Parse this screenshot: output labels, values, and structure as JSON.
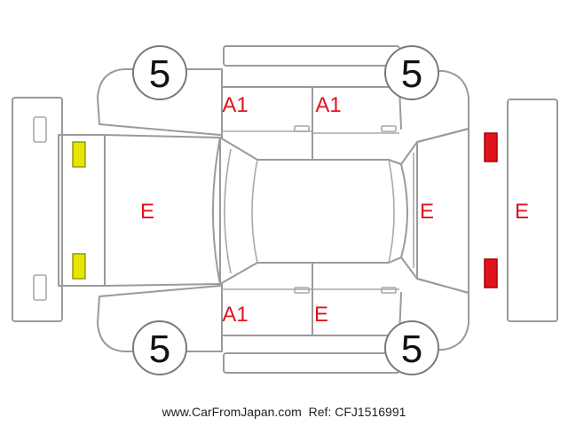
{
  "labels": {
    "wheel_fl": "5",
    "wheel_fr": "5",
    "wheel_rl": "5",
    "wheel_rr": "5",
    "hood": "E",
    "front_door_upper": "A1",
    "rear_door_upper": "A1",
    "front_door_lower": "A1",
    "rear_door_lower": "E",
    "rear_hatch": "E",
    "rear_bumper": "E"
  },
  "footer": {
    "site": "www.CarFromJapan.com",
    "ref": "Ref: CFJ1516991"
  },
  "colors": {
    "damage_text": "#e0141e",
    "headlight": "#e6e600",
    "taillight": "#e0141e",
    "outline": "#9a9a9a"
  }
}
